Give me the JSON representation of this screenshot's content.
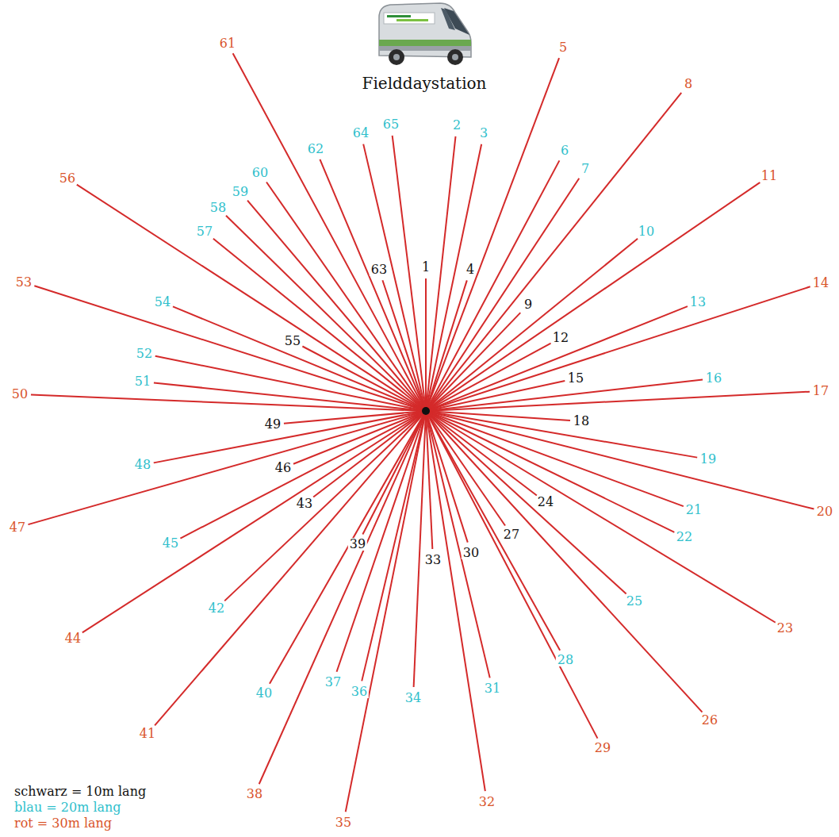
{
  "diagram": {
    "labels": [
      "Fielddaystation",
      "1",
      "2",
      "3",
      "4",
      "5",
      "6",
      "7",
      "8",
      "9",
      "10",
      "11",
      "12",
      "13",
      "14",
      "15",
      "16",
      "17",
      "18",
      "19",
      "20",
      "21",
      "22",
      "23",
      "24",
      "25",
      "26",
      "27",
      "28",
      "29",
      "30",
      "31",
      "32",
      "33",
      "34",
      "35",
      "36",
      "37",
      "38",
      "39",
      "40",
      "41",
      "42",
      "43",
      "44",
      "45",
      "46",
      "47",
      "48",
      "49",
      "50",
      "51",
      "52",
      "53",
      "54",
      "55",
      "56",
      "57",
      "58",
      "59",
      "60",
      "61",
      "62",
      "63",
      "64",
      "65"
    ],
    "legend": [
      {
        "text": "schwarz = 10m lang",
        "color": "#111111"
      },
      {
        "text": "blau = 20m lang",
        "color": "#2fbfcc"
      },
      {
        "text": "rot = 30m lang",
        "color": "#d9542b"
      }
    ]
  }
}
